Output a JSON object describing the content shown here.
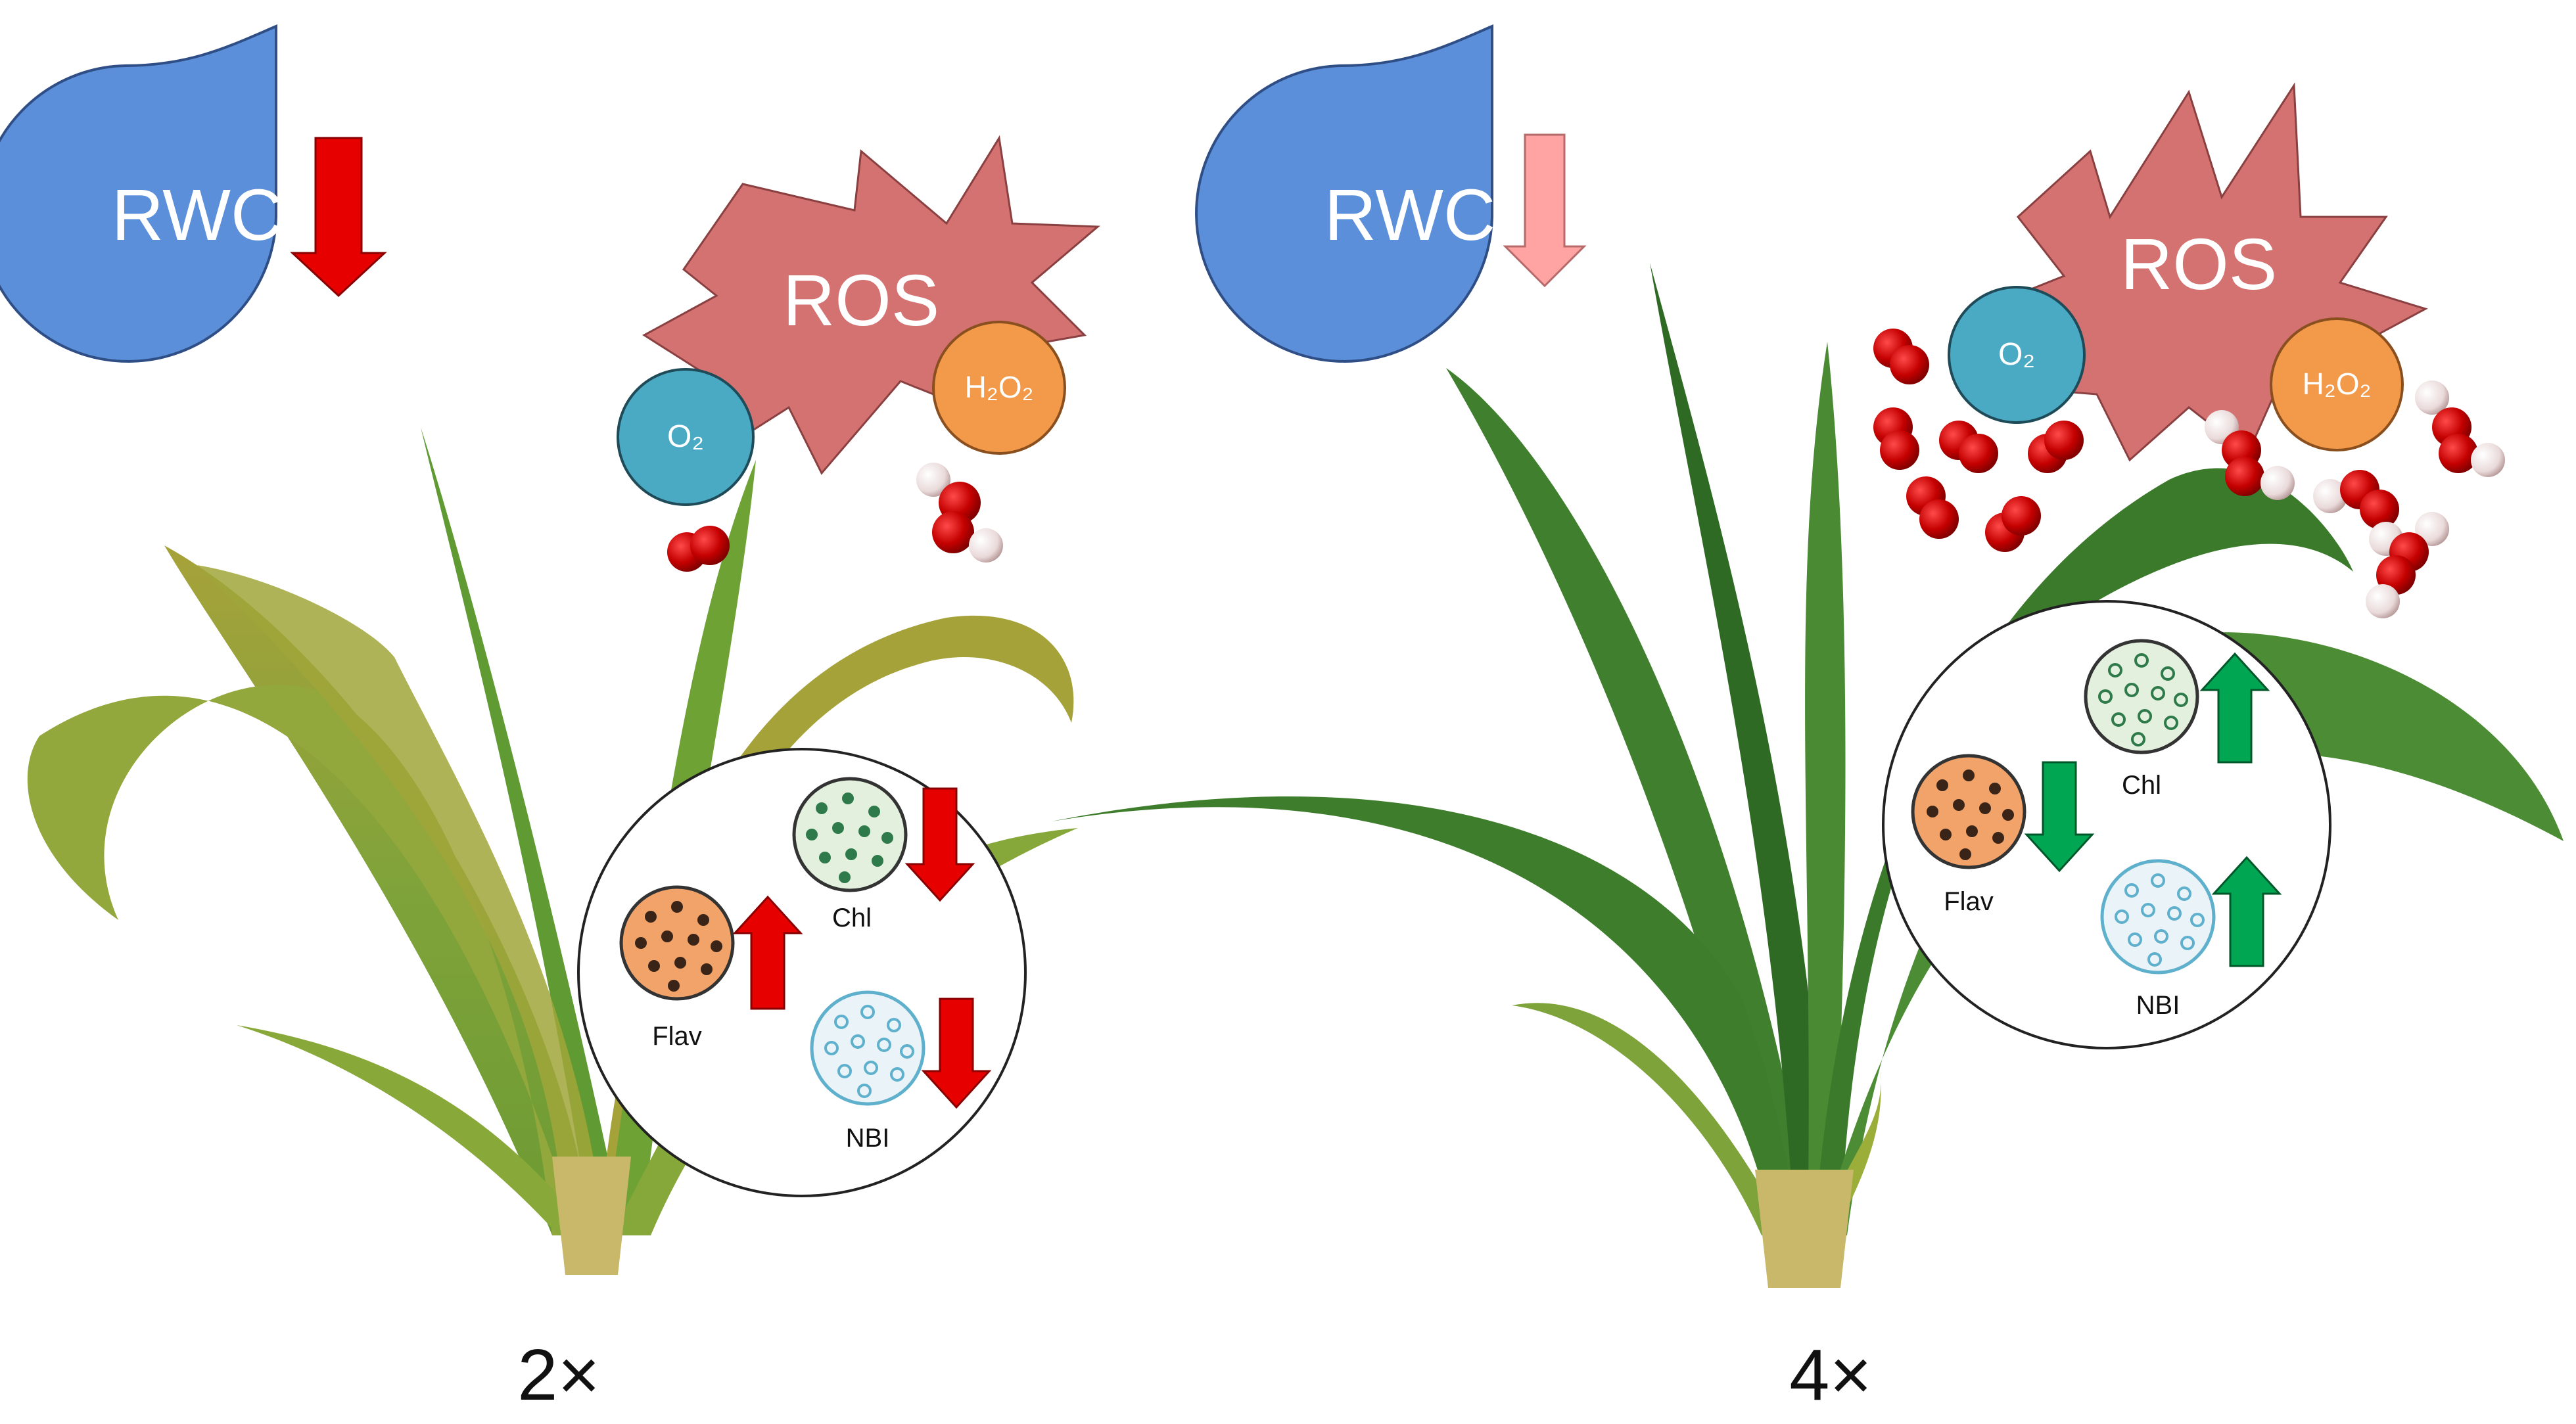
{
  "panels": [
    {
      "id": "2x",
      "label": "2×",
      "rwc": {
        "label": "RWC",
        "trend": "down",
        "arrow_color": "#e60000"
      },
      "ros": {
        "label": "ROS",
        "o2": "O₂",
        "h2o2": "H₂O₂"
      },
      "inset": {
        "chl": {
          "label": "Chl",
          "trend": "down",
          "arrow_color": "#e60000"
        },
        "flav": {
          "label": "Flav",
          "trend": "up",
          "arrow_color": "#e60000"
        },
        "nbi": {
          "label": "NBI",
          "trend": "down",
          "arrow_color": "#e60000"
        }
      },
      "plant_state": "stressed"
    },
    {
      "id": "4x",
      "label": "4×",
      "rwc": {
        "label": "RWC",
        "trend": "down",
        "arrow_color": "#ffa3a3"
      },
      "ros": {
        "label": "ROS",
        "o2": "O₂",
        "h2o2": "H₂O₂"
      },
      "inset": {
        "chl": {
          "label": "Chl",
          "trend": "up",
          "arrow_color": "#00a651"
        },
        "flav": {
          "label": "Flav",
          "trend": "down",
          "arrow_color": "#00a651"
        },
        "nbi": {
          "label": "NBI",
          "trend": "up",
          "arrow_color": "#00a651"
        }
      },
      "plant_state": "healthy"
    }
  ],
  "colors": {
    "drop": "#5b8fd9",
    "ros_burst": "#d47272",
    "o2_circle": "#4aaac4",
    "h2o2_circle": "#f2994a",
    "oxygen_atom": "#c40000",
    "hydrogen_atom": "#f0e6e6",
    "flav_fill": "#f2a36a",
    "chl_fill": "#e3f0dd",
    "chl_dot": "#2f7a4a",
    "nbi_fill": "#eaf4f8",
    "nbi_dot": "#5fb0cc",
    "leaf_stressed": "#8fa838",
    "leaf_healthy": "#3f7f2e"
  }
}
